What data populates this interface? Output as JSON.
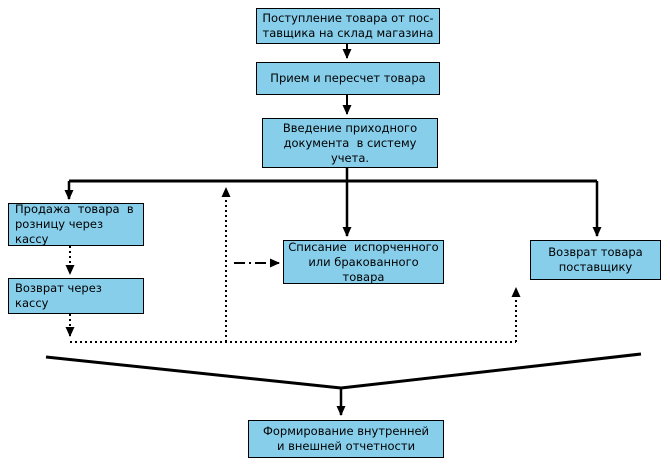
{
  "colors": {
    "background": "#FFFFFF",
    "box-fill": "#87CEEB",
    "box-border": "#000000",
    "line": "#000000",
    "text": "#000000"
  },
  "boxes": {
    "receipt": {
      "label": "Поступление товара от пос-\nтавщика на склад магазина"
    },
    "accept": {
      "label": "Прием и пересчет товара"
    },
    "entry": {
      "label": "Введение приходного\nдокумента  в систему\nучета."
    },
    "retail_sale": {
      "label": "Продажа  товара  в\nрозницу через кассу"
    },
    "cash_return": {
      "label": "Возврат через\nкассу"
    },
    "writeoff": {
      "label": "Списание  испорченного\nили бракованного товара"
    },
    "supplier_return": {
      "label": "Возврат товара\nпоставщику"
    },
    "reporting": {
      "label": "Формирование внутренней\nи внешней отчетности"
    }
  }
}
